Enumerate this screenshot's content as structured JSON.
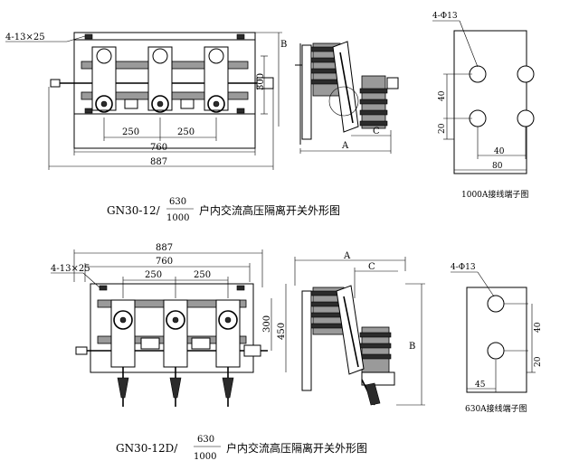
{
  "top": {
    "slot_label": "4-13×25",
    "dims": {
      "a": "250",
      "b": "250",
      "width_mid": "760",
      "width_total": "887",
      "height": "300",
      "b_label": "B"
    },
    "side": {
      "a_label": "A",
      "c_label": "C"
    },
    "caption": {
      "model": "GN30-12/",
      "numerator": "630",
      "denominator": "1000",
      "desc": "户内交流高压隔离开关外形图"
    },
    "terminal": {
      "holes": "4-Φ13",
      "v1": "40",
      "v2": "20",
      "h1": "40",
      "h2": "80",
      "caption": "1000A接线端子图"
    }
  },
  "bottom": {
    "slot_label": "4-13×25",
    "dims": {
      "width_total": "887",
      "width_mid": "760",
      "a": "250",
      "b": "250",
      "h1": "300",
      "h2": "450"
    },
    "side": {
      "a_label": "A",
      "c_label": "C",
      "b_label": "B"
    },
    "caption": {
      "model": "GN30-12D/",
      "numerator": "630",
      "denominator": "1000",
      "desc": "户内交流高压隔离开关外形图"
    },
    "terminal": {
      "holes": "4-Φ13",
      "v1": "40",
      "v2": "20",
      "h1": "45",
      "caption": "630A接线端子图"
    }
  }
}
